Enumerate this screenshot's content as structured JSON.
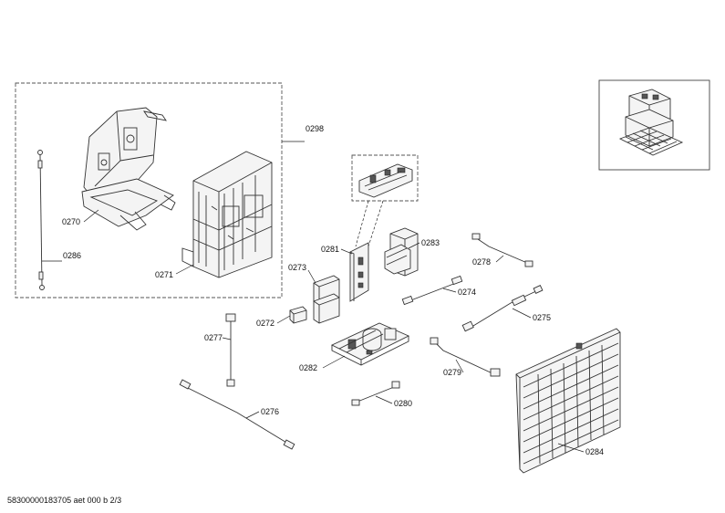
{
  "labels": {
    "p0270": "0270",
    "p0271": "0271",
    "p0272": "0272",
    "p0273": "0273",
    "p0274": "0274",
    "p0275": "0275",
    "p0276": "0276",
    "p0277": "0277",
    "p0278": "0278",
    "p0279": "0279",
    "p0280": "0280",
    "p0281": "0281",
    "p0282": "0282",
    "p0283": "0283",
    "p0284": "0284",
    "p0286": "0286",
    "p0298": "0298"
  },
  "footer": {
    "doc_id": "58300000183705 aet 000 b 2/3"
  }
}
